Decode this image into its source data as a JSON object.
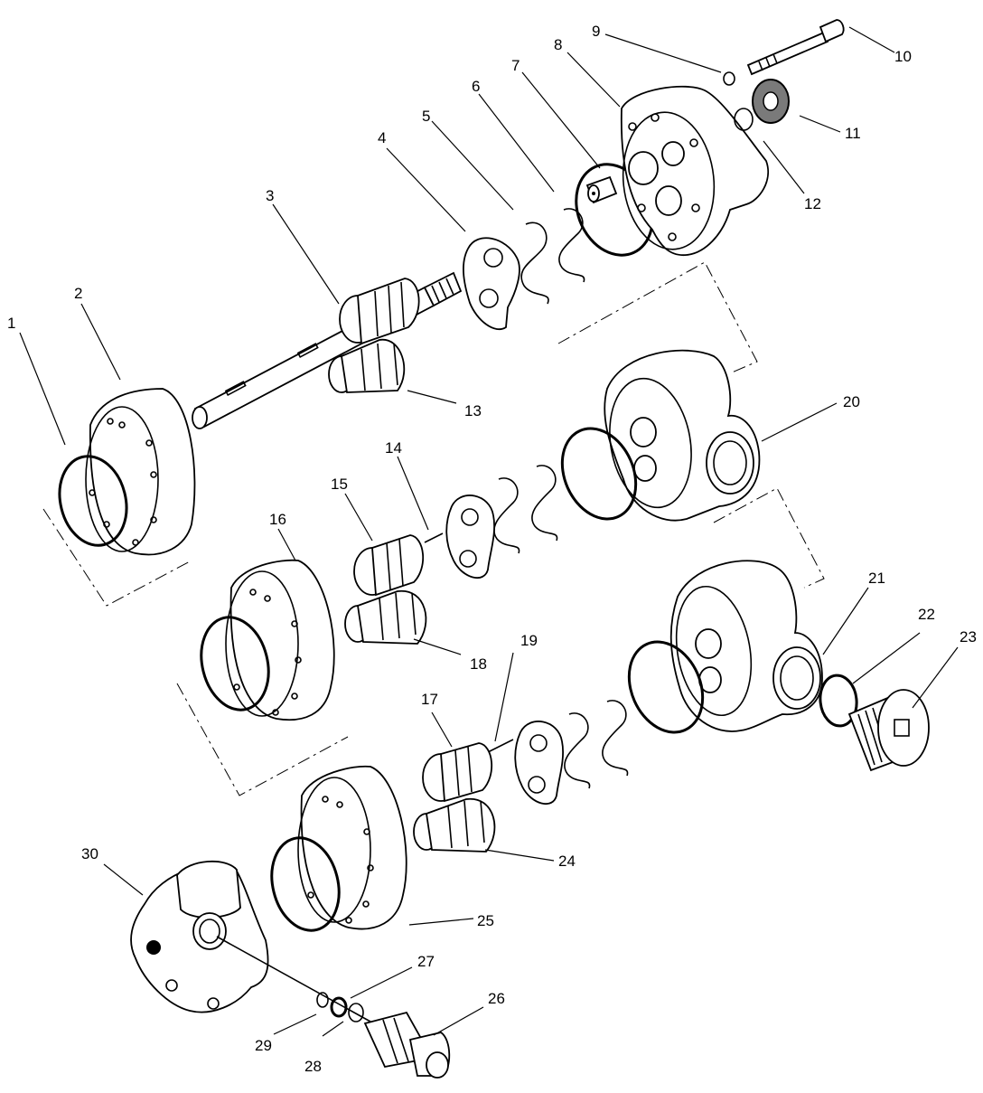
{
  "callouts": [
    {
      "id": "1",
      "text": "1"
    },
    {
      "id": "2",
      "text": "2"
    },
    {
      "id": "3",
      "text": "3"
    },
    {
      "id": "4",
      "text": "4"
    },
    {
      "id": "5",
      "text": "5"
    },
    {
      "id": "6",
      "text": "6"
    },
    {
      "id": "7",
      "text": "7"
    },
    {
      "id": "8",
      "text": "8"
    },
    {
      "id": "9",
      "text": "9"
    },
    {
      "id": "10",
      "text": "10"
    },
    {
      "id": "11",
      "text": "11"
    },
    {
      "id": "12",
      "text": "12"
    },
    {
      "id": "13",
      "text": "13"
    },
    {
      "id": "14",
      "text": "14"
    },
    {
      "id": "15",
      "text": "15"
    },
    {
      "id": "16",
      "text": "16"
    },
    {
      "id": "17",
      "text": "17"
    },
    {
      "id": "18",
      "text": "18"
    },
    {
      "id": "19",
      "text": "19"
    },
    {
      "id": "20",
      "text": "20"
    },
    {
      "id": "21",
      "text": "21"
    },
    {
      "id": "22",
      "text": "22"
    },
    {
      "id": "23",
      "text": "23"
    },
    {
      "id": "24",
      "text": "24"
    },
    {
      "id": "25",
      "text": "25"
    },
    {
      "id": "26",
      "text": "26"
    },
    {
      "id": "27",
      "text": "27"
    },
    {
      "id": "28",
      "text": "28"
    },
    {
      "id": "29",
      "text": "29"
    },
    {
      "id": "30",
      "text": "30"
    }
  ]
}
